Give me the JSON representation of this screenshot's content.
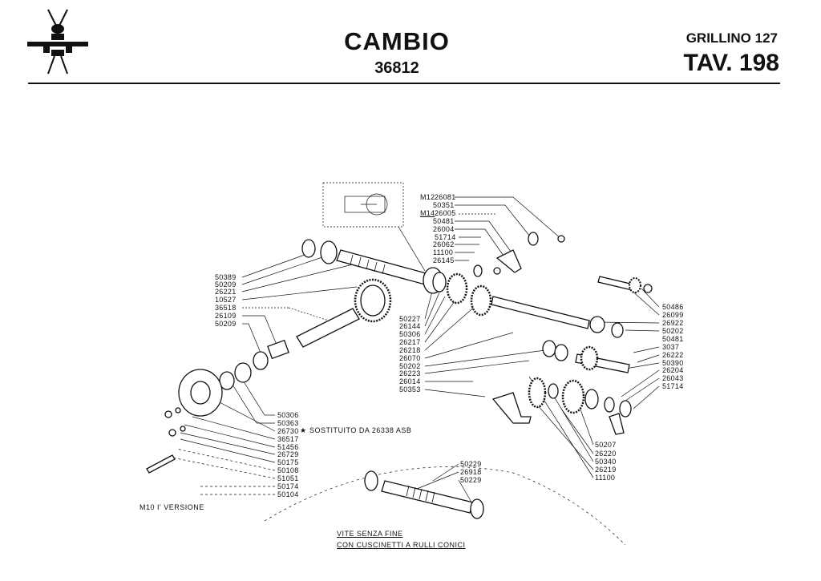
{
  "header": {
    "title": "CAMBIO",
    "code": "36812",
    "model": "GRILLINO 127",
    "plate": "TAV. 198",
    "logo": "hornet-insect-logo"
  },
  "labels": {
    "top_group": [
      "26081",
      "50351",
      "26005",
      "50481",
      "26004",
      "51714",
      "26062",
      "11100",
      "26145"
    ],
    "top_prefix": [
      "M12",
      "M14"
    ],
    "left_group": [
      "50389",
      "50209",
      "26221",
      "10527",
      "36518",
      "26109",
      "50209"
    ],
    "mid_group": [
      "50227",
      "26144",
      "50306",
      "26217",
      "26218",
      "26070",
      "50202",
      "26223",
      "26014",
      "50353"
    ],
    "right_group": [
      "50486",
      "26099",
      "26922",
      "50202",
      "50481",
      "3037",
      "26222",
      "50390",
      "26204",
      "26043",
      "51714"
    ],
    "lower_right_group": [
      "50207",
      "26220",
      "50340",
      "26219",
      "11100"
    ],
    "bottom_group": [
      "50306",
      "50363",
      "26730",
      "36517",
      "51456",
      "26729",
      "50175",
      "50108",
      "51051",
      "50174",
      "50104"
    ],
    "worm_group": [
      "50229",
      "26918",
      "50229"
    ]
  },
  "notes": {
    "replaced": "SOSTITUITO  DA 26338 ASB",
    "star": "★",
    "version": "M10 I' VERSIONE",
    "worm_line1": "VITE  SENZA FINE",
    "worm_line2": "CON  CUSCINETTI A RULLI CONICI"
  }
}
